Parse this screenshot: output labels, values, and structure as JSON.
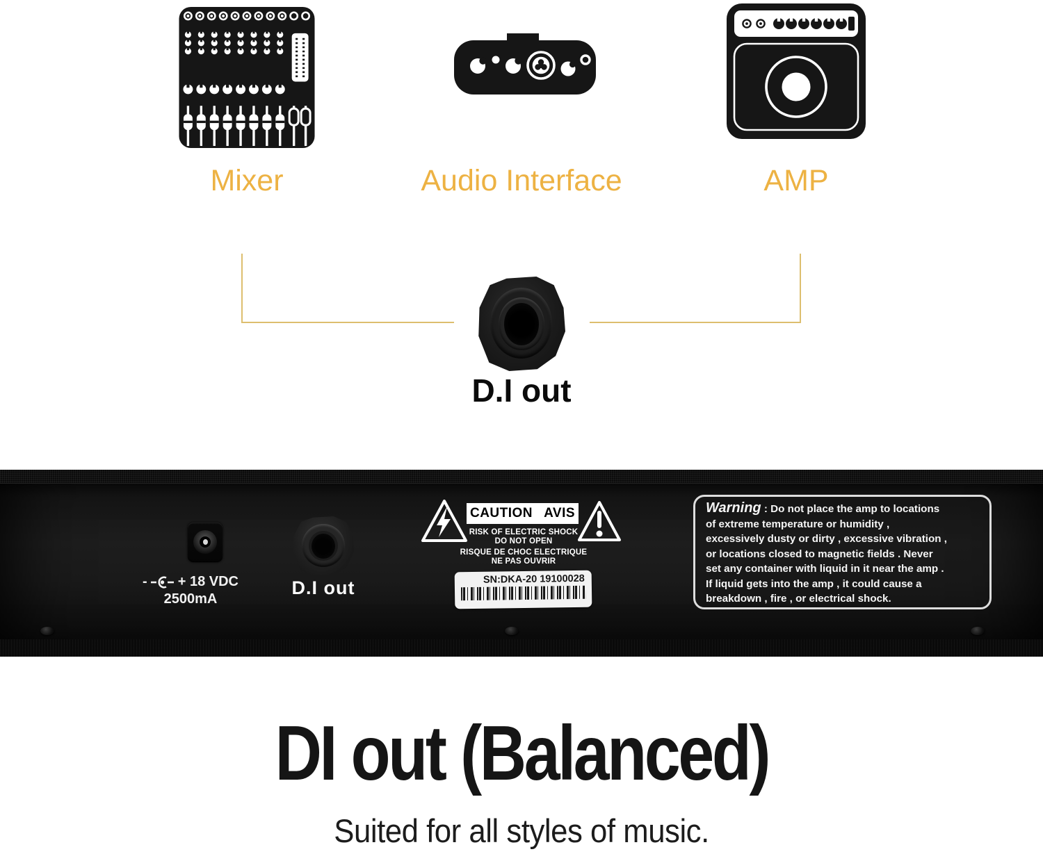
{
  "devices": {
    "mixer": {
      "label": "Mixer"
    },
    "audio_interface": {
      "label": "Audio Interface"
    },
    "amp": {
      "label": "AMP"
    }
  },
  "connector": {
    "caption": "D.I out"
  },
  "rear_panel": {
    "power": {
      "minus": "-",
      "voltage": "+ 18 VDC",
      "current": "2500mA"
    },
    "di_out_label": "D.I out",
    "caution": {
      "title": "CAUTION AVIS",
      "line1": "RISK OF ELECTRIC SHOCK",
      "line2": "DO NOT OPEN",
      "line3": "RISQUE DE CHOC ELECTRIQUE",
      "line4": "NE PAS OUVRIR"
    },
    "serial": "SN:DKA-20 19100028",
    "warning": {
      "title": "Warning",
      "sep": " : ",
      "line1": "Do not place the amp to locations",
      "line2": "of extreme temperature or humidity ,",
      "line3": "excessively dusty or dirty , excessive vibration ,",
      "line4": "or locations closed to magnetic fields . Never",
      "line5": "set any container with liquid in it near the amp .",
      "line6": "If liquid gets into the amp , it could cause a",
      "line7": "breakdown , fire , or electrical shock."
    }
  },
  "footer": {
    "heading": "DI out (Balanced)",
    "subheading": "Suited for all styles of music."
  },
  "colors": {
    "accent_gold": "#EDB243",
    "bracket_gold": "#DDBE6E",
    "panel_black": "#141414",
    "text_white": "#F2F2F2"
  }
}
